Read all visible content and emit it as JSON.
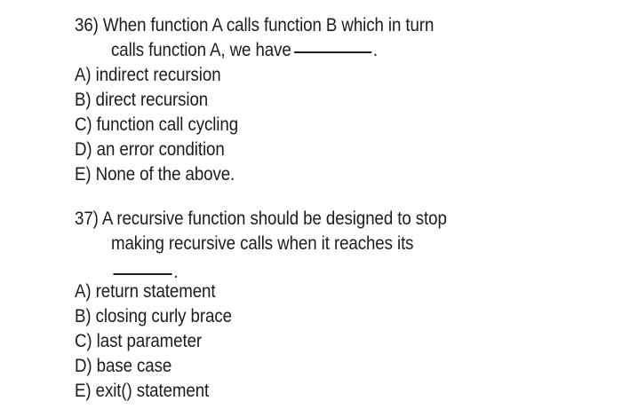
{
  "document": {
    "type": "multiple-choice-exam-page",
    "background_color": "#ffffff",
    "text_color": "#1c1c1c",
    "questions": [
      {
        "number": "36)",
        "stem_lines": [
          "When function A calls function B which in turn",
          "calls function A, we have"
        ],
        "blank_after_stem": true,
        "trailing_punctuation": ".",
        "options": [
          {
            "letter": "A)",
            "text": "indirect recursion"
          },
          {
            "letter": "B)",
            "text": "direct recursion"
          },
          {
            "letter": "C)",
            "text": "function call cycling"
          },
          {
            "letter": "D)",
            "text": "an error condition"
          },
          {
            "letter": "E)",
            "text": "None of the above."
          }
        ]
      },
      {
        "number": "37)",
        "stem_lines": [
          "A recursive function should be designed to stop",
          "making recursive calls when it reaches its"
        ],
        "blank_on_own_line": true,
        "trailing_punctuation": ".",
        "options": [
          {
            "letter": "A)",
            "text": "return statement"
          },
          {
            "letter": "B)",
            "text": "closing curly brace"
          },
          {
            "letter": "C)",
            "text": "last parameter"
          },
          {
            "letter": "D)",
            "text": "base case"
          },
          {
            "letter": "E)",
            "text": "exit() statement"
          }
        ]
      }
    ]
  }
}
